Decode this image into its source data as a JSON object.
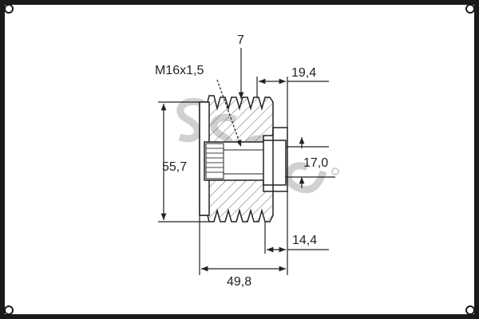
{
  "drawing": {
    "thread_label": "M16x1,5",
    "dim_groove": "7",
    "dim_top_right": "19,4",
    "dim_height": "55,7",
    "dim_bore": "17,0",
    "dim_bottom_right": "14,4",
    "dim_width": "49,8"
  },
  "colors": {
    "frame": "#1a1a1a",
    "line": "#222222",
    "hatch": "#555555",
    "watermark": "#bdbdbd"
  }
}
